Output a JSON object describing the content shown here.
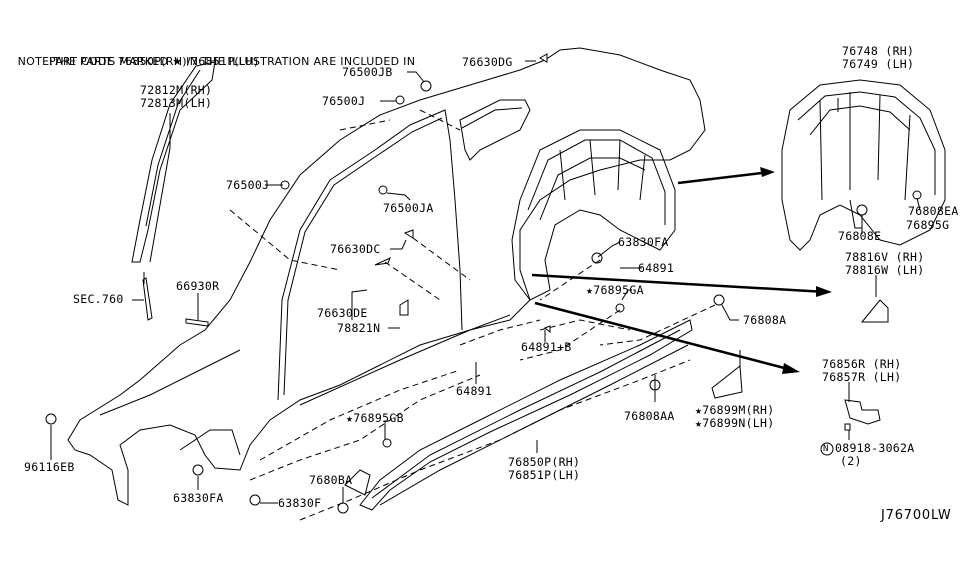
{
  "note": {
    "line1_prefix": "NOTE:THE PARTS MARKED",
    "star_icon": "★",
    "line1_suffix": "IN THE ILLUSTRATION ARE INCLUDED IN",
    "line2": "PART CODE 76850P(RH)/76851P(LH)"
  },
  "diagram_code": "J76700LW",
  "labels": {
    "p72812M": "72812M(RH)",
    "p72813M": "72813M(LH)",
    "p76500JB": "76500JB",
    "p76500J_a": "76500J",
    "p76500J_b": "76500J",
    "p76500JA": "76500JA",
    "p76630DG": "76630DG",
    "p76748": "76748 (RH)",
    "p76749": "76749 (LH)",
    "p76808EA": "76808EA",
    "p76895G": "76895G",
    "p76808E": "76808E",
    "p78816V": "78816V (RH)",
    "p78816W": "78816W (LH)",
    "p76630DC": "76630DC",
    "p76630DE": "76630DE",
    "p78821N": "78821N",
    "p63830FA_top": "63830FA",
    "p64891_a": "64891",
    "p76895GA": "76895GA",
    "p76808A": "76808A",
    "p64891B": "64891+B",
    "sec760": "SEC.760",
    "p66930R": "66930R",
    "p64891_b": "64891",
    "p76895GB": "76895GB",
    "p76808AA": "76808AA",
    "p76899M": "76899M(RH)",
    "p76899N": "76899N(LH)",
    "p76856R": "76856R (RH)",
    "p76857R": "76857R (LH)",
    "p08918": "08918-3062A",
    "p08918_qty": "(2)",
    "p08918_prefix": "N",
    "p96116EB": "96116EB",
    "p63830FA_bot": "63830FA",
    "p63830F": "63830F",
    "p7680BA": "7680BA",
    "p76850P": "76850P(RH)",
    "p76851P": "76851P(LH)",
    "star": "★"
  }
}
